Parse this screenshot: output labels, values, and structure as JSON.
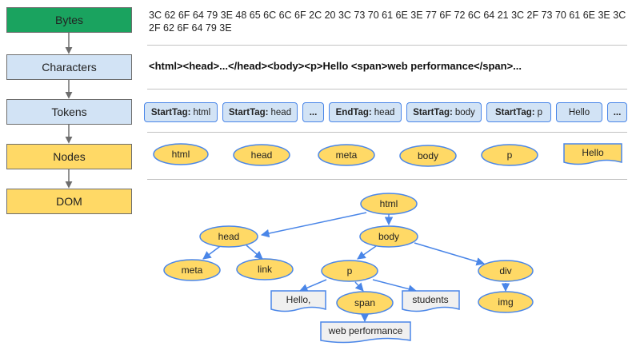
{
  "stages": [
    {
      "label": "Bytes",
      "color": "#1aa35f"
    },
    {
      "label": "Characters",
      "color": "#d2e3f5"
    },
    {
      "label": "Tokens",
      "color": "#d2e3f5"
    },
    {
      "label": "Nodes",
      "color": "#ffd966"
    },
    {
      "label": "DOM",
      "color": "#ffd966"
    }
  ],
  "bytes_text": "3C 62 6F 64 79 3E 48 65 6C 6C 6F 2C 20 3C 73 70 61 6E 3E 77 6F 72 6C 64 21 3C 2F 73 70 61 6E 3E 3C 2F 62 6F 64 79 3E",
  "characters_text": "<html><head>...</head><body><p>Hello <span>web performance</span>...",
  "tokens": [
    {
      "kind": "StartTag:",
      "name": "html"
    },
    {
      "kind": "StartTag:",
      "name": "head"
    },
    {
      "kind": "...",
      "name": ""
    },
    {
      "kind": "EndTag:",
      "name": "head"
    },
    {
      "kind": "StartTag:",
      "name": "body"
    },
    {
      "kind": "StartTag:",
      "name": "p"
    },
    {
      "kind": "",
      "name": "Hello"
    },
    {
      "kind": "...",
      "name": ""
    }
  ],
  "nodes_row": [
    "html",
    "head",
    "meta",
    "body",
    "p",
    "Hello"
  ],
  "dom_tree": {
    "html": "html",
    "head": "head",
    "body": "body",
    "meta": "meta",
    "link": "link",
    "p": "p",
    "div": "div",
    "hello": "Hello,",
    "span": "span",
    "students": "students",
    "img": "img",
    "web_performance": "web performance"
  },
  "colors": {
    "node_fill": "#ffd966",
    "node_stroke": "#4a86e8",
    "text_node_fill": "#f0f0f0",
    "token_fill": "#d2e3f5",
    "edge": "#4a86e8",
    "stage_arrow": "#6d6d6d"
  }
}
